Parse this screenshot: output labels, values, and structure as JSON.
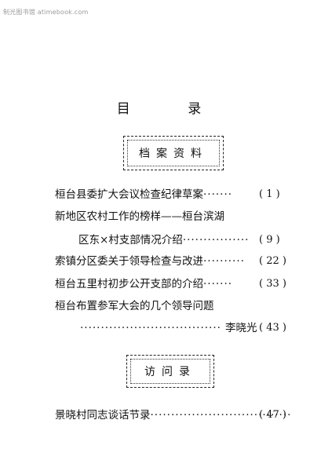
{
  "watermark": "制光图书馆 atimebook.com",
  "title": "目 录",
  "section1": {
    "label": "档案资料"
  },
  "entries": [
    {
      "text": "桓台县委扩大会议检查纪律草案",
      "dots": "·······",
      "page": "( 1 )"
    },
    {
      "text_line1": "新地区农村工作的榜样——桓台滨湖",
      "text_line2": "区东×村支部情况介绍",
      "dots": "················",
      "page": "( 9 )"
    },
    {
      "text": "索镇分区委关于领导检查与改进",
      "dots": "··········",
      "page": "( 22 )"
    },
    {
      "text": "桓台五里村初步公开支部的介绍",
      "dots": "·······",
      "page": "( 33 )"
    },
    {
      "text_line1": "桓台布置参军大会的几个领导问题",
      "dots": "··································",
      "author": "李晓光",
      "page": "( 43 )"
    }
  ],
  "section2": {
    "label": "访问录"
  },
  "entries2": [
    {
      "text": "景晓村同志谈话节录",
      "dots": "··································",
      "page": "( 47 )"
    }
  ]
}
